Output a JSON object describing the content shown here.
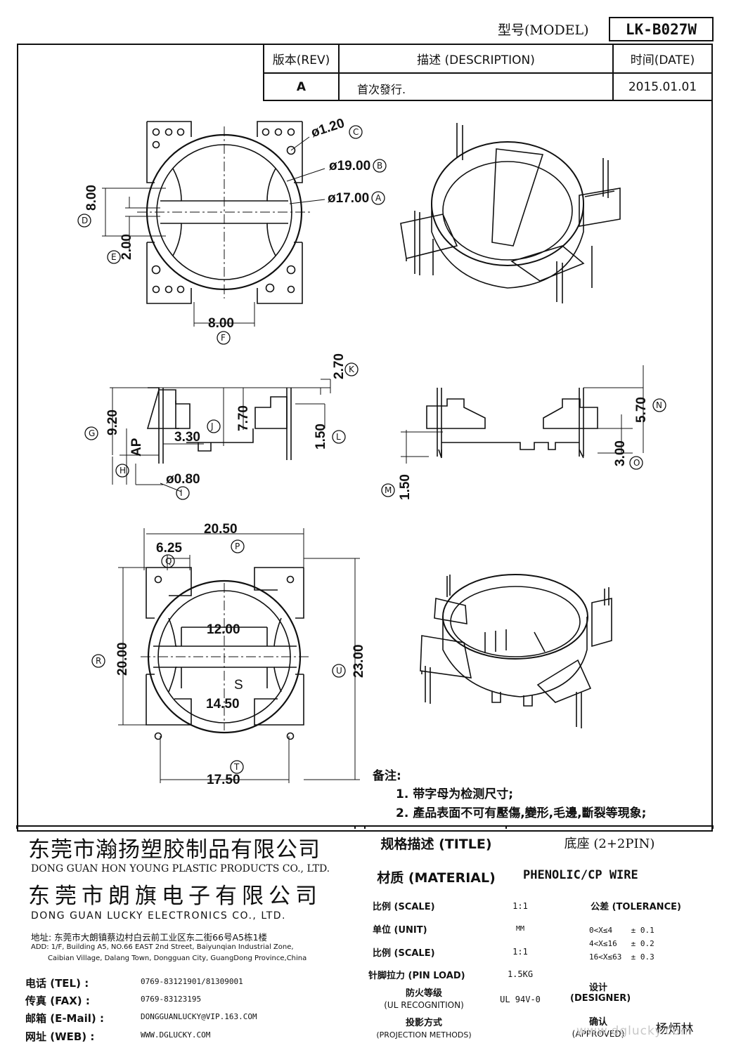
{
  "header": {
    "model_label": "型号(MODEL)",
    "model_value": "LK-B027W"
  },
  "revision": {
    "rev_header": "版本(REV)",
    "desc_header": "描述 (DESCRIPTION)",
    "date_header": "时间(DATE)",
    "rev_value": "A",
    "desc_value": "首次發行.",
    "date_value": "2015.01.01"
  },
  "dimensions": {
    "top_view": {
      "d1": "ø1.20",
      "d1_tag": "C",
      "d2": "ø19.00",
      "d2_tag": "B",
      "d3": "ø17.00",
      "d3_tag": "A",
      "v1": "8.00",
      "v1_tag": "D",
      "v2": "2.00",
      "v2_tag": "E",
      "h1": "8.00",
      "h1_tag": "F"
    },
    "side_view": {
      "k": "2.70",
      "k_tag": "K",
      "g": "9.20",
      "g_tag": "G",
      "j1": "7.70",
      "j": "3.30",
      "j_tag": "J",
      "l": "1.50",
      "l_tag": "L",
      "ap": "AP",
      "h_tag": "H",
      "i": "ø0.80",
      "i_tag": "I",
      "n": "5.70",
      "n_tag": "N",
      "o": "3.00",
      "o_tag": "O",
      "m": "1.50",
      "m_tag": "M"
    },
    "bottom_view": {
      "p": "20.50",
      "p_tag": "P",
      "q": "6.25",
      "q_tag": "Q",
      "r": "20.00",
      "r_tag": "R",
      "u": "23.00",
      "u_tag": "U",
      "w1": "12.00",
      "w2": "14.50",
      "s": "S",
      "t": "17.50",
      "t_tag": "T"
    }
  },
  "notes": {
    "title": "备注:",
    "items": [
      "1. 带字母为检测尺寸;",
      "2. 產品表面不可有壓傷,變形,毛邊,斷裂等現象;"
    ]
  },
  "company": {
    "name_cn_1": "东莞市瀚扬塑胶制品有限公司",
    "name_en_1": "DONG GUAN HON YOUNG PLASTIC PRODUCTS CO., LTD.",
    "name_cn_2": "东莞市朗旗电子有限公司",
    "name_en_2": "DONG GUAN LUCKY ELECTRONICS CO., LTD.",
    "address_cn": "地址: 东莞市大朗镇蔡边村白云前工业区东二街66号A5栋1楼",
    "address_en_1": "ADD: 1/F, Building A5, NO.66 EAST 2nd Street, Baiyunqian Industrial Zone,",
    "address_en_2": "Caibian Village, Dalang Town, Dongguan City, GuangDong Province,China"
  },
  "contact": [
    {
      "label": "电话 (TEL) :",
      "value": "0769-83121901/81309001"
    },
    {
      "label": "传真 (FAX) :",
      "value": "0769-83123195"
    },
    {
      "label": "邮箱 (E-Mail) :",
      "value": "DONGGUANLUCKY@VIP.163.COM"
    },
    {
      "label": "网址 (WEB) :",
      "value": "WWW.DGLUCKY.COM"
    }
  ],
  "spec": {
    "title_label": "规格描述 (TITLE)",
    "title_value": "底座 (2+2PIN)",
    "material_label": "材质 (MATERIAL)",
    "material_value": "PHENOLIC/CP WIRE",
    "scale_label": "比例 (SCALE)",
    "scale_value": "1:1",
    "tolerance_label": "公差 (TOLERANCE)",
    "unit_label": "单位 (UNIT)",
    "unit_value": "MM",
    "tol_1": "0<X≤4    ± 0.1",
    "tol_2": "4<X≤16   ± 0.2",
    "tol_3": "16<X≤63  ± 0.3",
    "scale2_label": "比例 (SCALE)",
    "scale2_value": "1:1",
    "pinload_label": "针脚拉力 (PIN LOAD)",
    "pinload_value": "1.5KG",
    "designer_label": "设计 (DESIGNER)",
    "ul_label_1": "防火等级",
    "ul_label_2": "(UL RECOGNITION)",
    "ul_value": "UL 94V-0",
    "proj_label_1": "投影方式",
    "proj_label_2": "(PROJECTION METHODS)",
    "approved_label_1": "确认",
    "approved_label_2": "(APPROVED)",
    "approved_value": "杨炳林"
  },
  "watermark": "www.dglucky.com"
}
